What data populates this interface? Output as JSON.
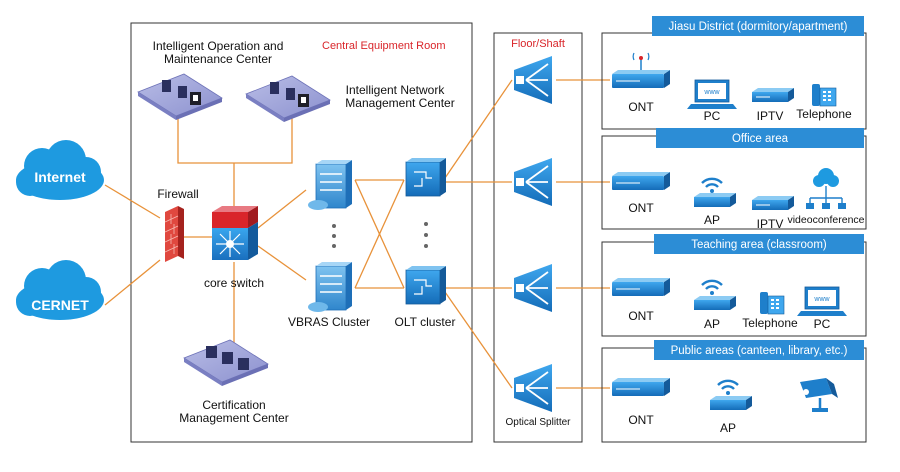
{
  "colors": {
    "orange": "#E8923A",
    "blue": "#1E7FCB",
    "cloud": "#1E9AE0",
    "header": "#2C8DD6",
    "red": "#D9252A",
    "border": "#333333"
  },
  "rooms": {
    "central": "Central Equipment Room",
    "shaft": "Floor/Shaft"
  },
  "clouds": {
    "internet": "Internet",
    "cernet": "CERNET"
  },
  "labels": {
    "firewall": "Firewall",
    "core_switch": "core switch",
    "ops_line1": "Intelligent Operation and",
    "ops_line2": "Maintenance Center",
    "nms_line1": "Intelligent Network",
    "nms_line2": "Management Center",
    "cert_line1": "Certification",
    "cert_line2": "Management Center",
    "vbras": "VBRAS Cluster",
    "olt": "OLT cluster",
    "splitter": "Optical Splitter"
  },
  "areas": [
    {
      "title": "Jiasu District (dormitory/apartment)",
      "devices": [
        "ONT",
        "PC",
        "IPTV",
        "Telephone"
      ]
    },
    {
      "title": "Office area",
      "devices": [
        "ONT",
        "AP",
        "IPTV",
        "videoconference"
      ]
    },
    {
      "title": "Teaching area (classroom)",
      "devices": [
        "ONT",
        "AP",
        "Telephone",
        "PC"
      ]
    },
    {
      "title": "Public areas (canteen, library, etc.)",
      "devices": [
        "ONT",
        "AP"
      ]
    }
  ],
  "screen_text": "www"
}
